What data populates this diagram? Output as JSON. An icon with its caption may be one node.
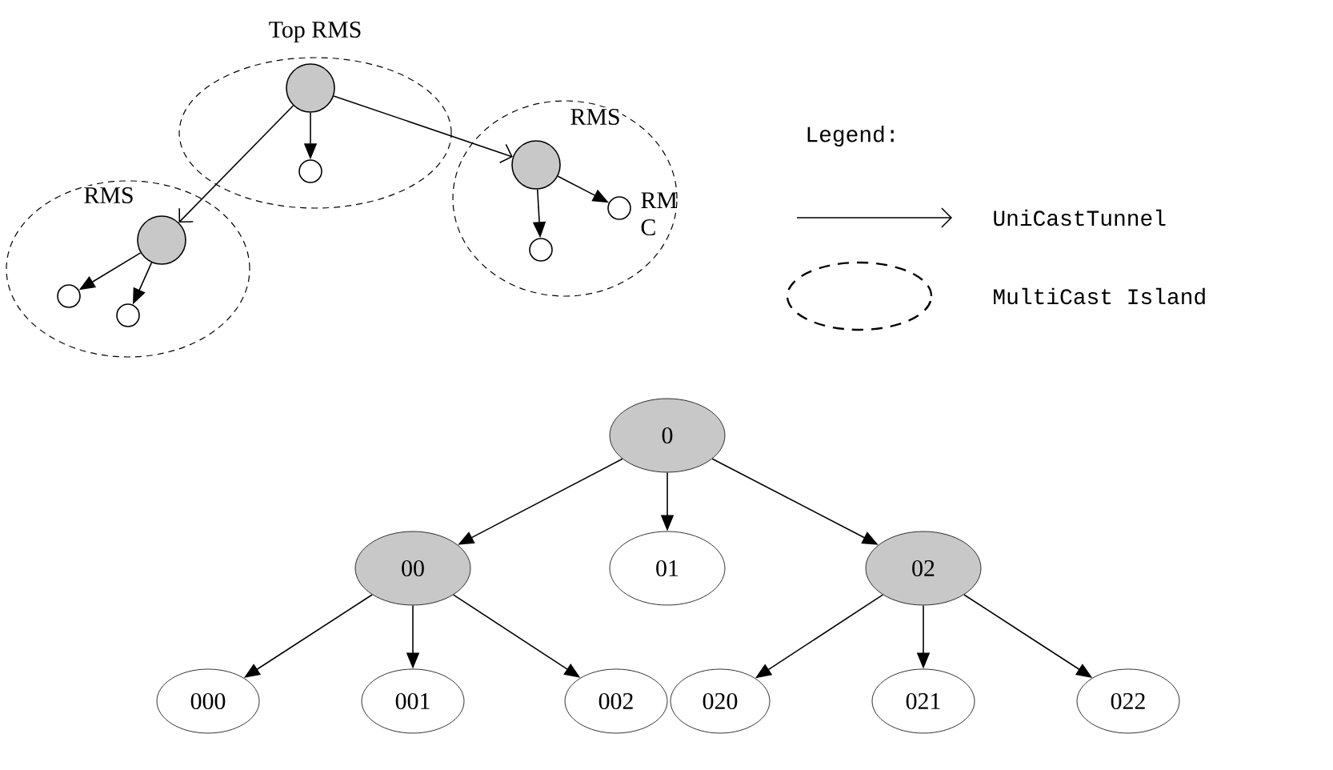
{
  "diagram": {
    "nodes": [
      {
        "text": [
          "Top RMS"
        ]
      },
      {
        "text": [],
        "shape": "circle",
        "in": 0
      },
      {
        "text": [],
        "shape": "circle",
        "in": 0
      },
      {
        "text": [
          "RMS"
        ]
      },
      {
        "text": [],
        "shape": "circle",
        "in": 3
      },
      {
        "text": [],
        "shape": "circle",
        "in": 3
      },
      {
        "text": [],
        "shape": "circle",
        "in": 3
      },
      {
        "text": [
          "RMS"
        ]
      },
      {
        "text": [],
        "shape": "circle",
        "in": 7
      },
      {
        "text": [],
        "shape": "circle",
        "in": 7
      },
      {
        "text": [],
        "shape": "circle",
        "in": 7,
        "beside": [
          "RM C"
        ]
      },
      {
        "text": [
          "0"
        ]
      },
      {
        "text": [
          "00"
        ]
      },
      {
        "text": [
          "01"
        ]
      },
      {
        "text": [
          "02"
        ]
      },
      {
        "text": [
          "000"
        ]
      },
      {
        "text": [
          "001"
        ]
      },
      {
        "text": [
          "002"
        ]
      },
      {
        "text": [
          "020"
        ]
      },
      {
        "text": [
          "021"
        ]
      },
      {
        "text": [
          "022"
        ]
      }
    ],
    "edges": [
      {
        "from": 1,
        "to": 2,
        "arrow": "to"
      },
      {
        "from": 1,
        "to": 4,
        "arrow": "to"
      },
      {
        "from": 1,
        "to": 8,
        "arrow": "to"
      },
      {
        "from": 4,
        "to": 5,
        "arrow": "to"
      },
      {
        "from": 4,
        "to": 6,
        "arrow": "to"
      },
      {
        "from": 8,
        "to": 9,
        "arrow": "to"
      },
      {
        "from": 8,
        "to": 10,
        "arrow": "to"
      },
      {
        "from": 11,
        "to": 12,
        "arrow": "to"
      },
      {
        "from": 11,
        "to": 13,
        "arrow": "to"
      },
      {
        "from": 11,
        "to": 14,
        "arrow": "to"
      },
      {
        "from": 12,
        "to": 15,
        "arrow": "to"
      },
      {
        "from": 12,
        "to": 16,
        "arrow": "to"
      },
      {
        "from": 12,
        "to": 17,
        "arrow": "to"
      },
      {
        "from": 14,
        "to": 18,
        "arrow": "to"
      },
      {
        "from": 14,
        "to": 19,
        "arrow": "to"
      },
      {
        "from": 14,
        "to": 20,
        "arrow": "to"
      }
    ],
    "labels": [
      "Legend:"
    ],
    "legend": [
      {
        "text": "UniCastTunnel"
      },
      {
        "text": "MultiCast Island"
      }
    ]
  }
}
